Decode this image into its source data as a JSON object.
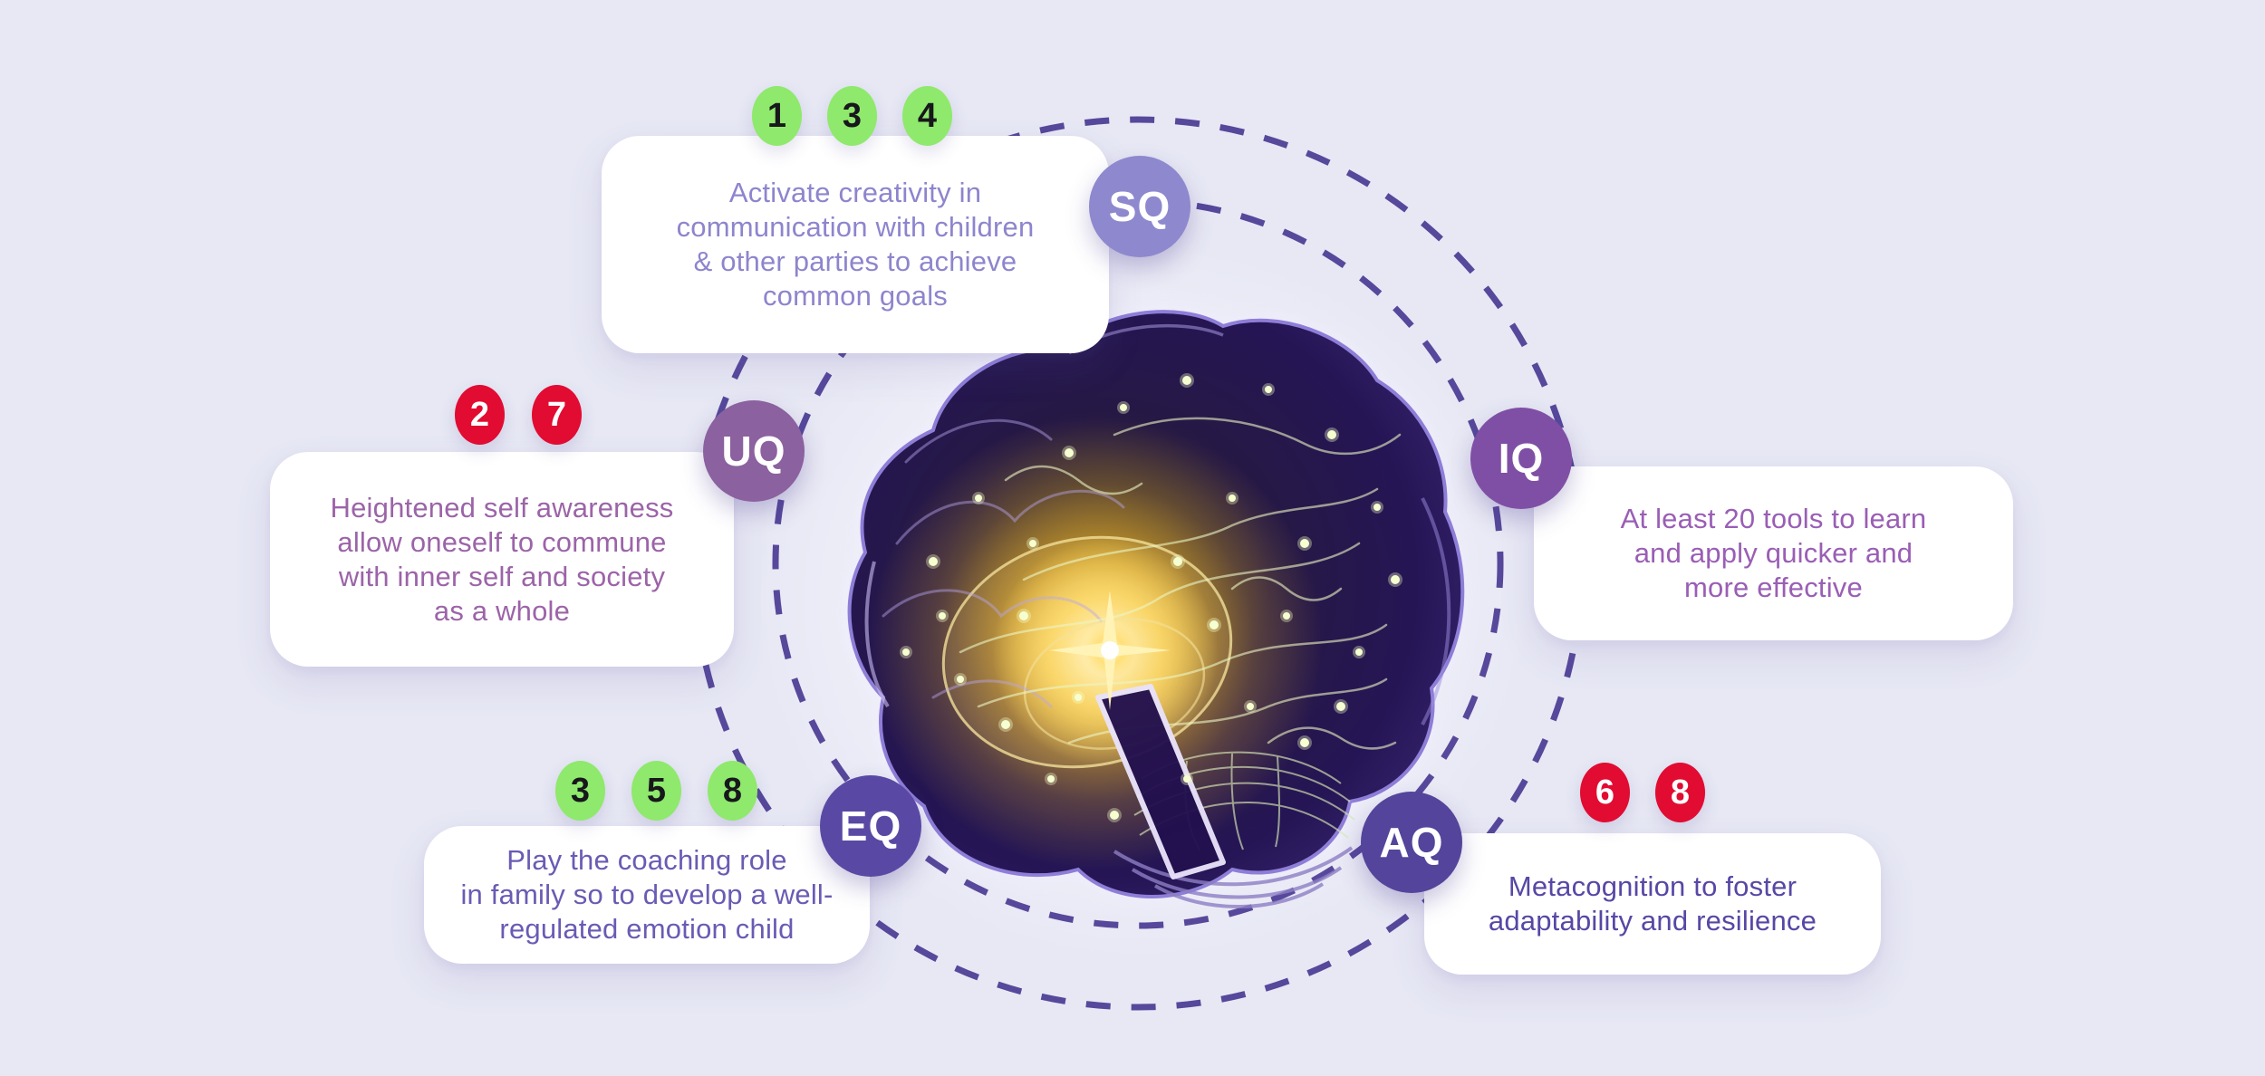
{
  "page": {
    "background_color": "#e7e8f4",
    "description": "Five intelligence quotients infographic around a glowing brain"
  },
  "rings": {
    "color": "#4a3a92"
  },
  "badge_colors": {
    "green_bg": "#8fe96c",
    "green_text": "#17171c",
    "red_bg": "#e20b31",
    "red_text": "#ffffff"
  },
  "nodes": {
    "sq": {
      "label": "SQ",
      "circle_color": "#8e88ce",
      "text_color": "#8d85cd",
      "badges": [
        "1",
        "3",
        "4"
      ],
      "text": "Activate creativity in\ncommunication with children\n& other parties to achieve\ncommon goals"
    },
    "uq": {
      "label": "UQ",
      "circle_color": "#8b619f",
      "text_color": "#9c64a8",
      "badges": [
        "2",
        "7"
      ],
      "text": "Heightened self awareness\nallow oneself to commune\nwith inner self and society\nas a whole"
    },
    "iq": {
      "label": "IQ",
      "circle_color": "#7f4fa5",
      "text_color": "#9a5eb5",
      "badges": [],
      "text": "At least 20 tools to learn\nand apply quicker and\nmore effective"
    },
    "eq": {
      "label": "EQ",
      "circle_color": "#5a49a4",
      "text_color": "#6a5bb4",
      "badges": [
        "3",
        "5",
        "8"
      ],
      "text": "Play the coaching role\nin family so to develop a well-\nregulated emotion child"
    },
    "aq": {
      "label": "AQ",
      "circle_color": "#54449b",
      "text_color": "#5847a5",
      "badges": [
        "6",
        "8"
      ],
      "text": "Metacognition to foster\nadaptability and resilience"
    }
  },
  "center_image": {
    "name": "glowing-brain-illustration",
    "body_color": "#241744",
    "glow_color": "#f6b52e",
    "sparkle_color": "#f6ffd4"
  }
}
